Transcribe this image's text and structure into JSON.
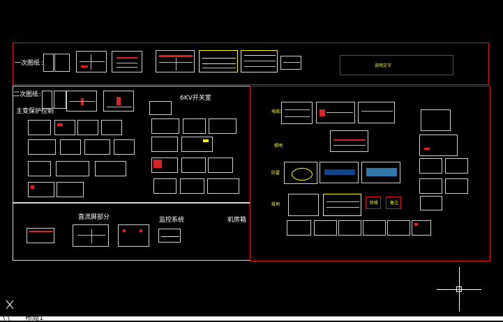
{
  "labels": {
    "primary": "一次图纸",
    "secondary": "二次图纸",
    "transformer_protection": "主变保护控制",
    "switch_room": "6KV开关室",
    "dc_panel": "直流屏部分",
    "monitoring": "监控系统",
    "cabinet": "机房箱",
    "red_box_text": "说明文字"
  },
  "right_labels": [
    "电缆沟",
    "照明",
    "防雷",
    "接地",
    "检修",
    "备注"
  ],
  "status": {
    "tab_prefix": "\\ \\ ",
    "tab_layout": "布局1"
  },
  "colors": {
    "frame_red": "#e01010",
    "frame_white": "#d8d8d8",
    "highlight_yellow": "#ffff00",
    "background": "#000000"
  },
  "icons": [
    "ucs-icon",
    "crosshair-cursor-icon"
  ]
}
